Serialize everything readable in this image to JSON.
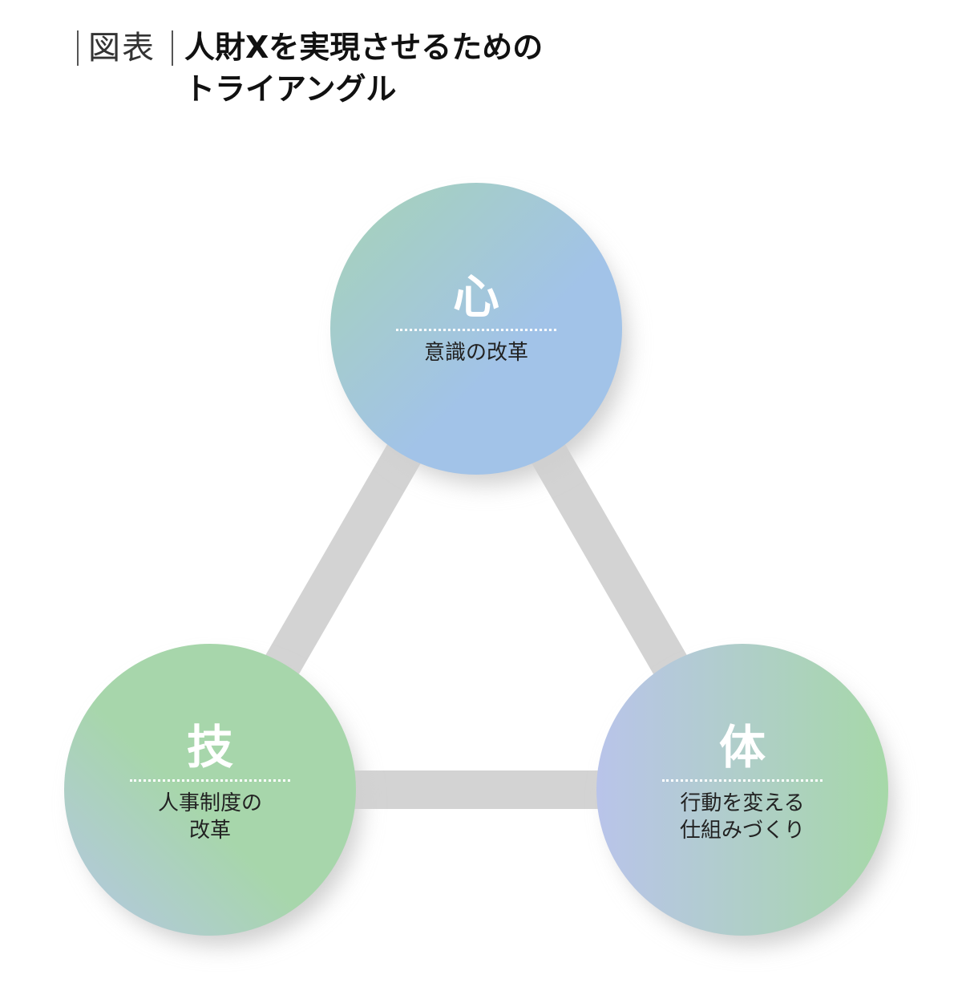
{
  "header": {
    "label": "図表",
    "title_line1": "人財Xを実現させるための",
    "title_line2": "トライアングル"
  },
  "nodes": {
    "top": {
      "kanji": "心",
      "caption": "意識の改革",
      "gradient": [
        "#a6d3b6",
        "#a2c3e8"
      ]
    },
    "left": {
      "kanji": "技",
      "caption": "人事制度の\n改革",
      "gradient": [
        "#a7d6ab",
        "#b5c6e6"
      ]
    },
    "right": {
      "kanji": "体",
      "caption": "行動を変える\n仕組みづくり",
      "gradient": [
        "#b9c4ea",
        "#a6d8a8"
      ]
    }
  },
  "colors": {
    "connector": "#d3d3d3",
    "shadow": "#d0d0d0"
  }
}
